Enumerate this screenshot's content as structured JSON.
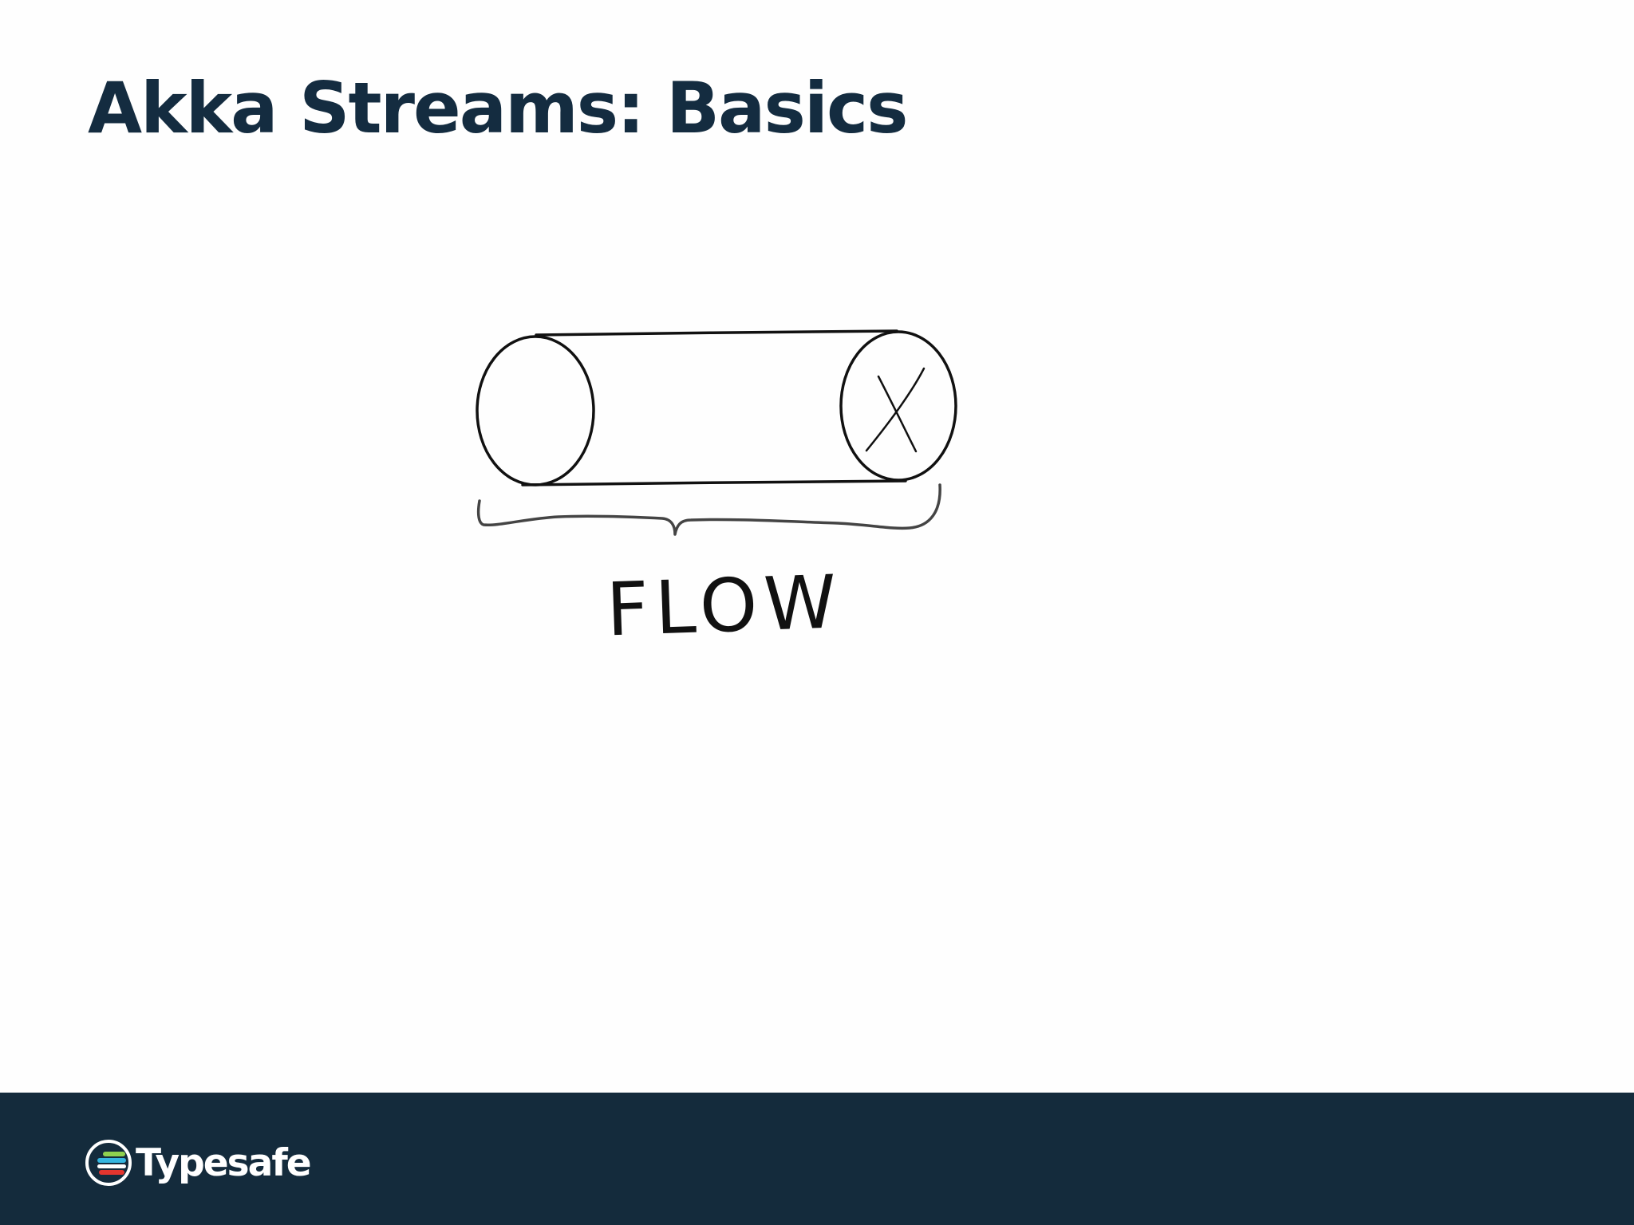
{
  "slide": {
    "title": "Akka Streams: Basics",
    "diagram_label": "FLOW",
    "end_mark": "X"
  },
  "footer": {
    "brand": "Typesafe"
  },
  "colors": {
    "title": "#142c40",
    "footer_background": "#142b3c",
    "ink": "#111111",
    "logo_bar_green": "#8fd14f",
    "logo_bar_blue": "#35b6e0",
    "logo_bar_red": "#e3352e"
  },
  "icons": {
    "logo": "typesafe-logo-icon"
  }
}
